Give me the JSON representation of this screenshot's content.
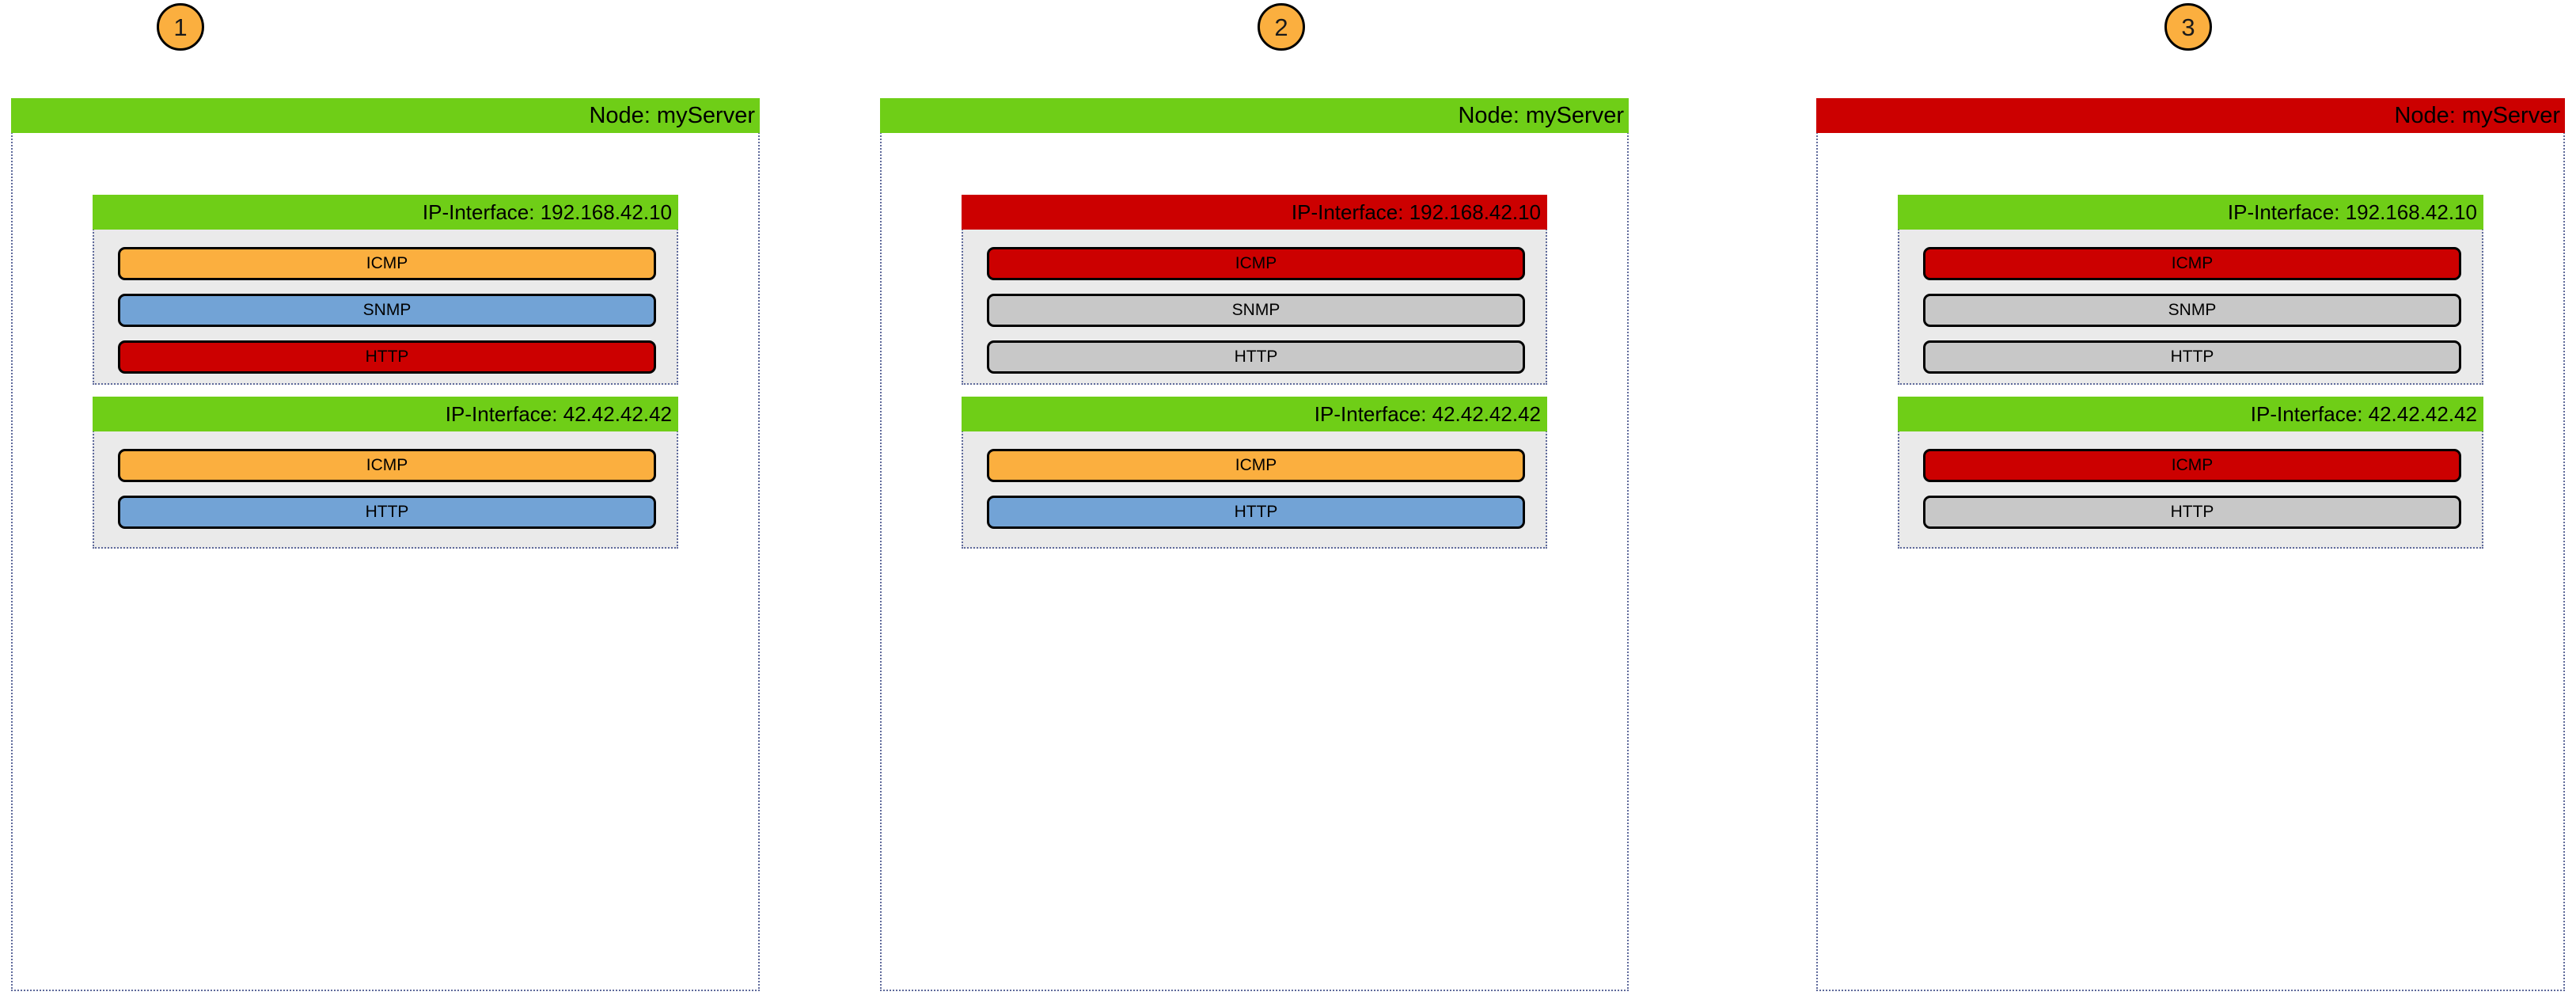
{
  "colors": {
    "green": "#6FCE17",
    "red": "#CC0000",
    "orange": "#FBAF3F",
    "blue": "#72A3D6",
    "grey": "#C8C8C8",
    "container_bg": "#EAEAEA",
    "dotted_border": "#5F6A9B"
  },
  "panels": [
    {
      "badge": "1",
      "node": {
        "label": "Node: myServer",
        "status": "green"
      },
      "interfaces": [
        {
          "label": "IP-Interface: 192.168.42.10",
          "status": "green",
          "services": [
            {
              "label": "ICMP",
              "status": "orange"
            },
            {
              "label": "SNMP",
              "status": "blue"
            },
            {
              "label": "HTTP",
              "status": "red"
            }
          ]
        },
        {
          "label": "IP-Interface: 42.42.42.42",
          "status": "green",
          "services": [
            {
              "label": "ICMP",
              "status": "orange"
            },
            {
              "label": "HTTP",
              "status": "blue"
            }
          ]
        }
      ]
    },
    {
      "badge": "2",
      "node": {
        "label": "Node: myServer",
        "status": "green"
      },
      "interfaces": [
        {
          "label": "IP-Interface: 192.168.42.10",
          "status": "red",
          "services": [
            {
              "label": "ICMP",
              "status": "red"
            },
            {
              "label": "SNMP",
              "status": "grey"
            },
            {
              "label": "HTTP",
              "status": "grey"
            }
          ]
        },
        {
          "label": "IP-Interface: 42.42.42.42",
          "status": "green",
          "services": [
            {
              "label": "ICMP",
              "status": "orange"
            },
            {
              "label": "HTTP",
              "status": "blue"
            }
          ]
        }
      ]
    },
    {
      "badge": "3",
      "node": {
        "label": "Node: myServer",
        "status": "red"
      },
      "interfaces": [
        {
          "label": "IP-Interface: 192.168.42.10",
          "status": "green",
          "services": [
            {
              "label": "ICMP",
              "status": "red"
            },
            {
              "label": "SNMP",
              "status": "grey"
            },
            {
              "label": "HTTP",
              "status": "grey"
            }
          ]
        },
        {
          "label": "IP-Interface: 42.42.42.42",
          "status": "green",
          "services": [
            {
              "label": "ICMP",
              "status": "red"
            },
            {
              "label": "HTTP",
              "status": "grey"
            }
          ]
        }
      ]
    }
  ]
}
